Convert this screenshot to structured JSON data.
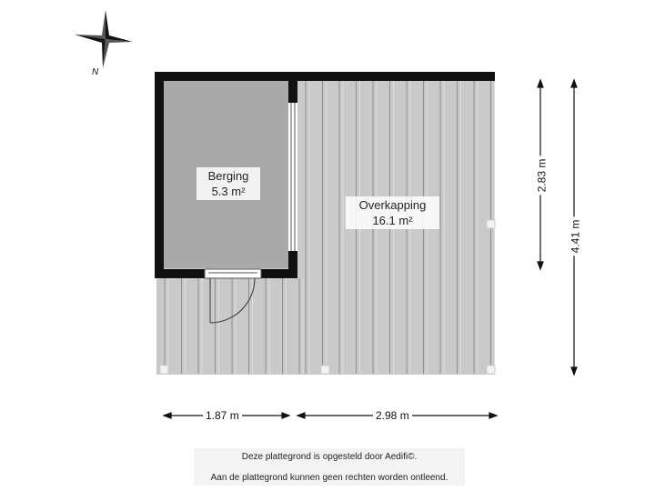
{
  "compass": {
    "north_label": "N",
    "icon": "compass-rose-icon"
  },
  "rooms": [
    {
      "id": "berging",
      "name": "Berging",
      "area": "5.3 m²"
    },
    {
      "id": "overkapping",
      "name": "Overkapping",
      "area": "16.1 m²"
    }
  ],
  "dimensions": {
    "bottom_left": "1.87 m",
    "bottom_right": "2.98 m",
    "right_inner": "2.83 m",
    "right_outer": "4.41 m"
  },
  "footer": {
    "line1": "Deze plattegrond is opgesteld door Aedifi©.",
    "line2": "Aan de plattegrond kunnen geen rechten worden ontleend."
  },
  "colors": {
    "berging_floor": "#a9a9a9",
    "overkapping_floor": "#c9c9c9",
    "wall": "#111111",
    "plank_line": "#8e8e8e"
  }
}
